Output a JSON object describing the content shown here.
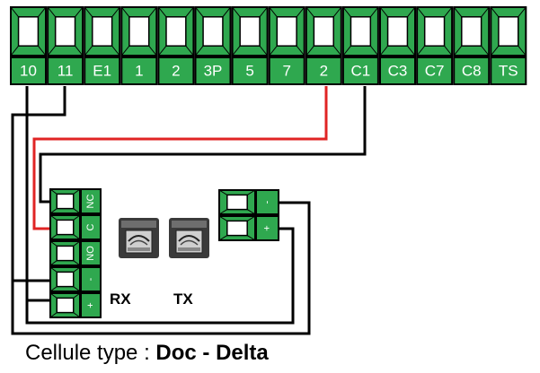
{
  "colors": {
    "terminal_green": "#2fa84f",
    "terminal_border": "#000000",
    "wire_black": "#000000",
    "wire_red": "#e02424",
    "sensor_body": "#3a3a3a"
  },
  "terminal_strip": {
    "labels": [
      "10",
      "11",
      "E1",
      "1",
      "2",
      "3P",
      "5",
      "7",
      "2",
      "C1",
      "C3",
      "C7",
      "C8",
      "TS"
    ]
  },
  "rx_block": {
    "title": "RX",
    "terminals": [
      "NC",
      "C",
      "NO",
      "-",
      "+"
    ]
  },
  "tx_block": {
    "title": "TX",
    "terminals": [
      "-",
      "+"
    ]
  },
  "caption": {
    "prefix": "Cellule type : ",
    "model": "Doc - Delta"
  }
}
